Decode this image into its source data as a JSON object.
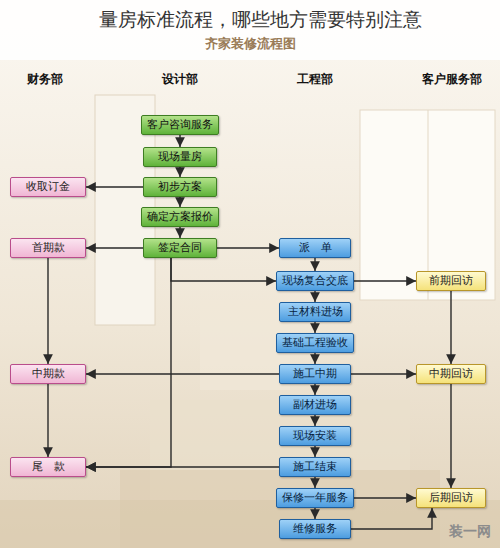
{
  "diagram": {
    "title": "量房标准流程，哪些地方需要特别注意",
    "nodes": [
      {
        "text": [
          "客户咨询服务"
        ]
      },
      {
        "text": [
          "现场量房"
        ]
      },
      {
        "text": [
          "收取订金"
        ]
      },
      {
        "text": [
          "初步方案"
        ]
      },
      {
        "text": [
          "确定方案报价"
        ]
      },
      {
        "text": [
          "首期款"
        ]
      },
      {
        "text": [
          "签定合同"
        ]
      },
      {
        "text": [
          "派　单"
        ]
      },
      {
        "text": [
          "现场复合交底"
        ]
      },
      {
        "text": [
          "前期回访"
        ]
      },
      {
        "text": [
          "主材料进场"
        ]
      },
      {
        "text": [
          "基础工程验收"
        ]
      },
      {
        "text": [
          "中期款"
        ]
      },
      {
        "text": [
          "施工中期"
        ]
      },
      {
        "text": [
          "中期回访"
        ]
      },
      {
        "text": [
          "副材进场"
        ]
      },
      {
        "text": [
          "现场安装"
        ]
      },
      {
        "text": [
          "尾　款"
        ]
      },
      {
        "text": [
          "施工结束"
        ]
      },
      {
        "text": [
          "保修一年服务"
        ]
      },
      {
        "text": [
          "后期回访"
        ]
      },
      {
        "text": [
          "维修服务"
        ]
      }
    ],
    "edges": [
      {
        "from": 0,
        "to": 1,
        "arrow": "to"
      },
      {
        "from": 1,
        "to": 3,
        "arrow": "to"
      },
      {
        "from": 3,
        "to": 4,
        "arrow": "to"
      },
      {
        "from": 4,
        "to": 6,
        "arrow": "to"
      },
      {
        "from": 3,
        "to": 2,
        "arrow": "to"
      },
      {
        "from": 6,
        "to": 5,
        "arrow": "to"
      },
      {
        "from": 6,
        "to": 7,
        "arrow": "to"
      },
      {
        "from": 5,
        "to": 12,
        "arrow": "to"
      },
      {
        "from": 12,
        "to": 17,
        "arrow": "to"
      },
      {
        "from": 7,
        "to": 8,
        "arrow": "to"
      },
      {
        "from": 8,
        "to": 10,
        "arrow": "to"
      },
      {
        "from": 10,
        "to": 11,
        "arrow": "to"
      },
      {
        "from": 11,
        "to": 13,
        "arrow": "to"
      },
      {
        "from": 13,
        "to": 15,
        "arrow": "to"
      },
      {
        "from": 15,
        "to": 16,
        "arrow": "to"
      },
      {
        "from": 16,
        "to": 18,
        "arrow": "to"
      },
      {
        "from": 18,
        "to": 19,
        "arrow": "to"
      },
      {
        "from": 19,
        "to": 21,
        "arrow": "to"
      },
      {
        "from": 8,
        "to": 9,
        "arrow": "to"
      },
      {
        "from": 9,
        "to": 14,
        "arrow": "to"
      },
      {
        "from": 14,
        "to": 20,
        "arrow": "to"
      },
      {
        "from": 13,
        "to": 12,
        "arrow": "to"
      },
      {
        "from": 13,
        "to": 14,
        "arrow": "to"
      },
      {
        "from": 18,
        "to": 17,
        "arrow": "to"
      },
      {
        "from": 19,
        "to": 20,
        "arrow": "to"
      },
      {
        "from": 21,
        "to": 20,
        "arrow": "to"
      },
      {
        "from": 6,
        "to": 8,
        "arrow": "to"
      },
      {
        "from": 6,
        "to": 17,
        "arrow": "to"
      }
    ],
    "labels": [
      "齐家装修流程图",
      "财务部",
      "设计部",
      "工程部",
      "客户服务部",
      "装一网"
    ]
  }
}
